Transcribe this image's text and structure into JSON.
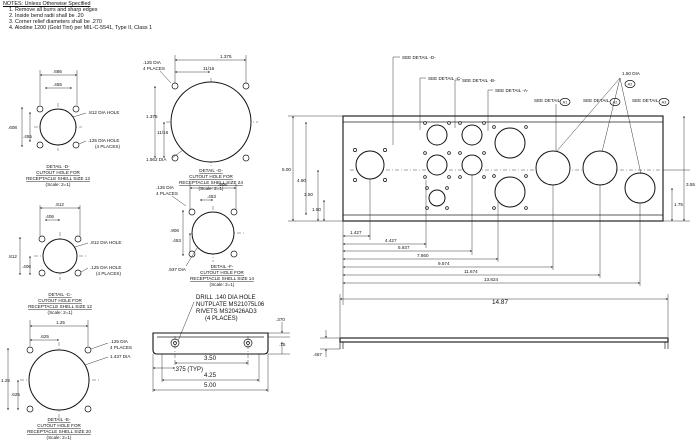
{
  "notes": {
    "title": "NOTES: Unless Otherwise Specified",
    "items": [
      "1.  Remove all burrs and sharp edges",
      "2.  Inside bend radii shall be .20",
      "3.  Corner relief diameters shall be .270",
      "4.  Alodine 1200 (Gold Tint) per MIL-C-5541, Type II, Class 1"
    ]
  },
  "detail_d": {
    "dim_top": ".686",
    "dim_top2": ".455",
    "dim_left": ".608",
    "dim_left2": ".455",
    "hole_label": ".812 DIA HOLE",
    "small_hole_label": ".125 DIA HOLE",
    "places": "(4 PLACES)",
    "cap1": "DETAIL -D-",
    "cap2": "CUTOUT HOLE FOR",
    "cap3": "RECEPTACLE SHELL SIZE 13",
    "scale": "(Scale: 2=1)"
  },
  "detail_c": {
    "dim_top": ".812",
    "dim_top2": ".406",
    "dim_left": ".812",
    "dim_left2": ".406",
    "hole_label": ".812 DIA HOLE",
    "small_hole_label": ".125 DIA HOLE",
    "places": "(4 PLACES)",
    "cap1": "DETAIL -C-",
    "cap2": "CUTOUT HOLE FOR",
    "cap3": "RECEPTACLE SHELL SIZE 12",
    "scale": "(Scale: 2=1)"
  },
  "detail_e": {
    "dim_top": "1.25",
    "dim_top2": ".625",
    "dim_left": "1.25",
    "dim_left2": ".625",
    "small_hole_label": ".125 DIA",
    "places": "4 PLACES",
    "hole_label": "1.437 DIA",
    "cap1": "DETAIL -E-",
    "cap2": "CUTOUT HOLE FOR",
    "cap3": "RECEPTACLE SHELL SIZE 20",
    "scale": "(Scale: 2=1)"
  },
  "detail_g": {
    "small_hole_label": ".125 DIA",
    "places": "4 PLACES",
    "dim_top": "1.375",
    "dim_top2": "11/16",
    "dim_left": "1.375",
    "dim_left2": "11/16",
    "hole_label": "1.562 DIA",
    "cap1": "DETAIL -G-",
    "cap2": "CUTOUT HOLE FOR",
    "cap3": "RECEPTACLE SHELL SIZE 24",
    "scale": "(Scale: 2=1)"
  },
  "detail_f": {
    "small_hole_label": ".125 DIA",
    "places": "4 PLACES",
    "dim_top": ".906",
    "dim_top2": ".453",
    "dim_left": ".906",
    "dim_left2": ".453",
    "hole_label": ".937 DIA",
    "cap1": "DETAIL -F-",
    "cap2": "CUTOUT HOLE FOR",
    "cap3": "RECEPTACLE SHELL SIZE 14",
    "scale": "(Scale: 2=1)"
  },
  "front_view": {
    "callouts": [
      "SEE DETAIL -D-",
      "SEE DETAIL -C-",
      "SEE DETAIL -B-",
      "SEE DETAIL -A-",
      "SEE DETAIL",
      "SEE DETAIL",
      "SEE DETAIL"
    ],
    "balloons": [
      "A1",
      "A2",
      "A3"
    ],
    "dia_label": "1.50 DIA",
    "dims_vertical": [
      "5.00",
      "4.90",
      "3.50",
      "1.50",
      "3.55",
      "1.75"
    ],
    "dims_horizontal": [
      "1.427",
      "4.427",
      "5.937",
      "7.660",
      "9.574",
      "11.674",
      "13.824"
    ]
  },
  "bracket_view": {
    "drill1": "DRILL .140 DIA HOLE",
    "drill2": "NUTPLATE MS21075L06",
    "drill3": "RIVETS MS20426AD3",
    "drill4": "(4 PLACES)",
    "dim_350": "3.50",
    "dim_typ": ".375 (TYP)",
    "dim_425": "4.25",
    "dim_500": "5.00",
    "dim_370": ".370",
    "dim_15": ".15"
  },
  "side_view": {
    "length": "14.87",
    "thickness": ".467"
  }
}
